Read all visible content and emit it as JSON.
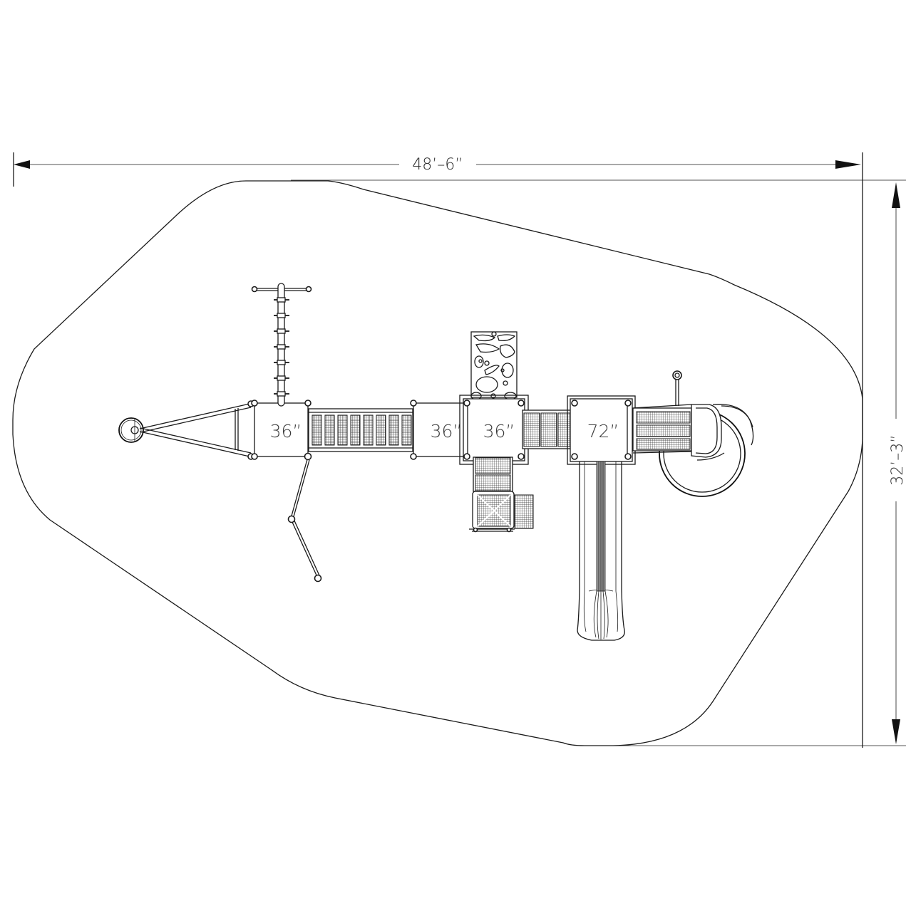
{
  "drawing": {
    "type": "playground-site-plan",
    "view": "top-down",
    "background": "#ffffff",
    "line_color": "#1a1a1a"
  },
  "dimensions": {
    "overall_width": "48’–6”",
    "overall_depth": "32’–3”"
  },
  "decks": [
    {
      "id": "deck-1",
      "height_label": "36”"
    },
    {
      "id": "deck-2",
      "height_label": "36”"
    },
    {
      "id": "deck-3",
      "height_label": "36”"
    },
    {
      "id": "deck-4",
      "height_label": "72”"
    }
  ],
  "components": [
    {
      "name": "steering-wheel-panel"
    },
    {
      "name": "a-frame-ladder"
    },
    {
      "name": "horizontal-ladder-with-rungs",
      "rungs": 7
    },
    {
      "name": "chain-climber"
    },
    {
      "name": "mesh-bridge",
      "panels": 8
    },
    {
      "name": "rock-climbing-wall"
    },
    {
      "name": "mesh-crawl-bridge"
    },
    {
      "name": "step-platform-with-entry"
    },
    {
      "name": "straight-wave-slide"
    },
    {
      "name": "spiral-slide"
    },
    {
      "name": "firemans-pole"
    },
    {
      "name": "safety-surface-boundary"
    }
  ]
}
